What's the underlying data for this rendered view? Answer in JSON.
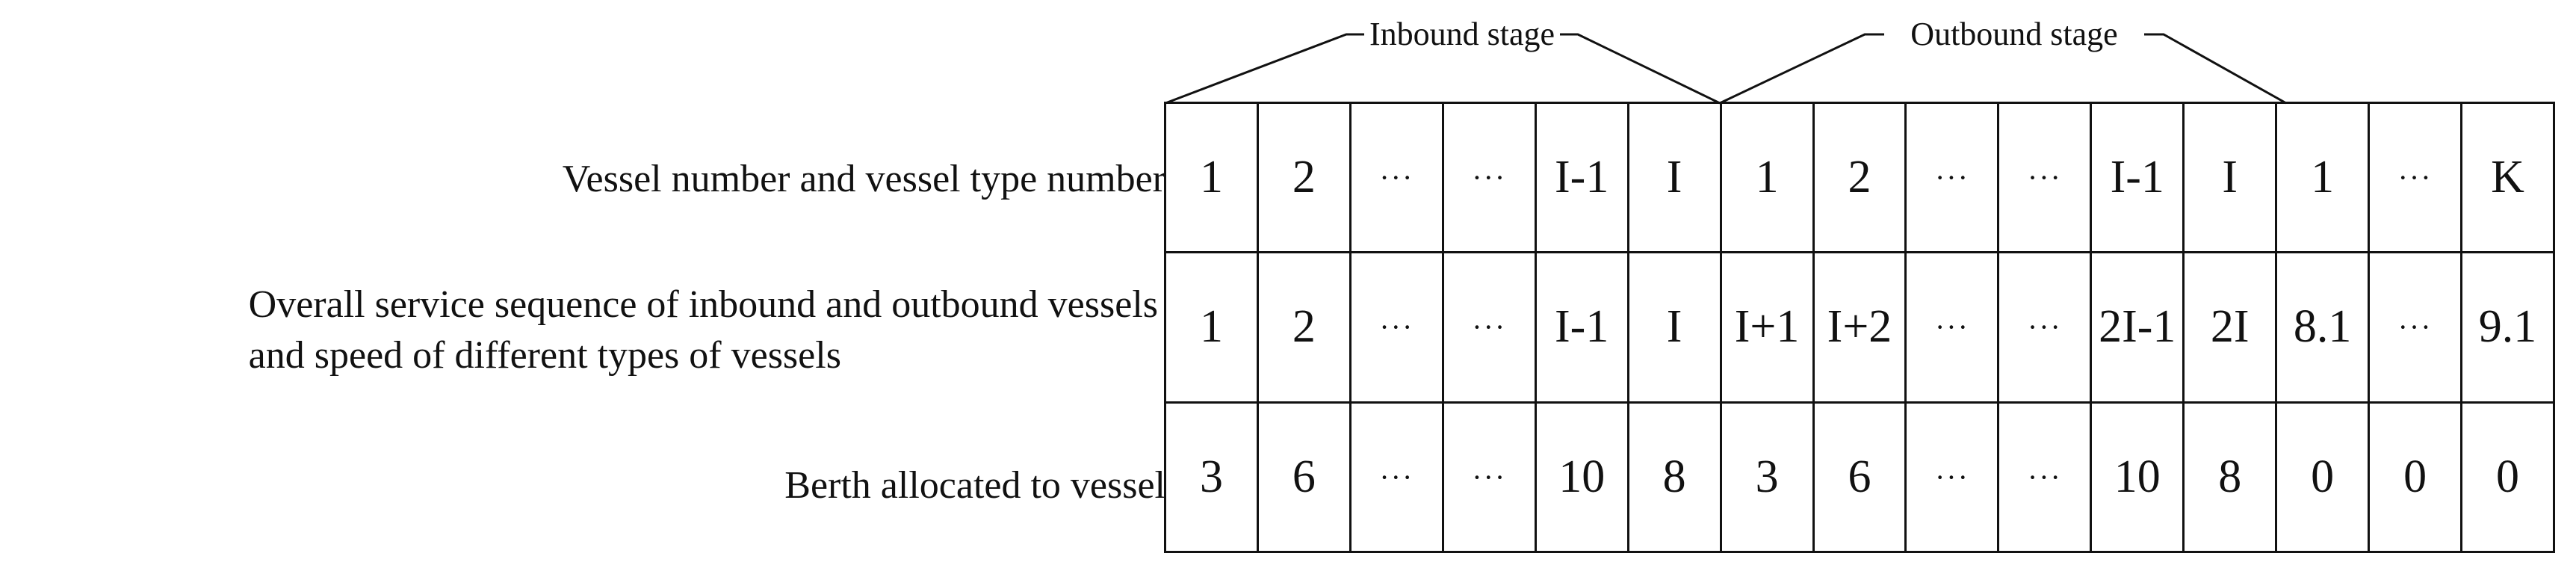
{
  "stages": {
    "inbound": "Inbound stage",
    "outbound": "Outbound stage"
  },
  "rows": [
    {
      "label_lines": [
        "Vessel number and vessel type number"
      ],
      "cells": [
        "1",
        "2",
        "···",
        "···",
        "I-1",
        "I",
        "1",
        "2",
        "···",
        "···",
        "I-1",
        "I",
        "1",
        "···",
        "K"
      ]
    },
    {
      "label_lines": [
        "Overall service sequence of inbound and outbound vessels",
        "and speed of different types of vessels"
      ],
      "cells": [
        "1",
        "2",
        "···",
        "···",
        "I-1",
        "I",
        "I+1",
        "I+2",
        "···",
        "···",
        "2I-1",
        "2I",
        "8.1",
        "···",
        "9.1"
      ]
    },
    {
      "label_lines": [
        "Berth allocated to vessel"
      ],
      "cells": [
        "3",
        "6",
        "···",
        "···",
        "10",
        "8",
        "3",
        "6",
        "···",
        "···",
        "10",
        "8",
        "0",
        "0",
        "0"
      ]
    }
  ]
}
